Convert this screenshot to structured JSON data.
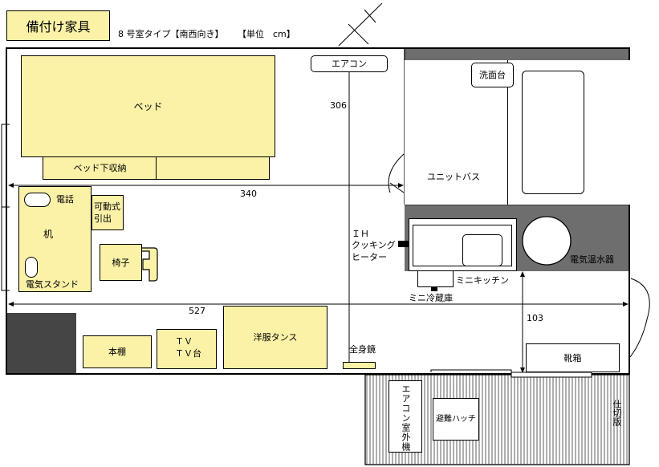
{
  "header": {
    "title": "備付け家具",
    "subtitle": "8 号室タイプ【南西向き】",
    "unit": "【単位　cm】"
  },
  "colors": {
    "furniture": "#fbf2a8",
    "wet_area": "#6e6e6e",
    "column": "#454545",
    "balcony_stripes": "#999999"
  },
  "furniture": {
    "bed": "ベッド",
    "bed_storage": "ベッド下収納",
    "phone": "電話",
    "desk": "机",
    "desk_lamp": "電気スタンド",
    "drawer": [
      "可動式",
      "引出"
    ],
    "chair": "椅子",
    "bookshelf": "本棚",
    "tv_stand": [
      "ＴＶ",
      "ＴＶ台"
    ],
    "wardrobe": "洋服タンス",
    "mirror": "全身鏡",
    "shoe_box": "靴箱"
  },
  "equipment": {
    "aircon": "エアコン",
    "washbasin": "洗面台",
    "unit_bath": "ユニットバス",
    "ih_heater": [
      "ＩＨ",
      "クッキング",
      "ヒーター"
    ],
    "water_heater": "電気温水器",
    "mini_kitchen": "ミニキッチン",
    "mini_fridge": "ミニ冷蔵庫",
    "aircon_outdoor": "エアコン室外機",
    "escape_hatch": "避難ハッチ",
    "partition": "仕切版"
  },
  "dimensions": {
    "height_306": "306",
    "width_340": "340",
    "width_527": "527",
    "entry_103": "103"
  }
}
